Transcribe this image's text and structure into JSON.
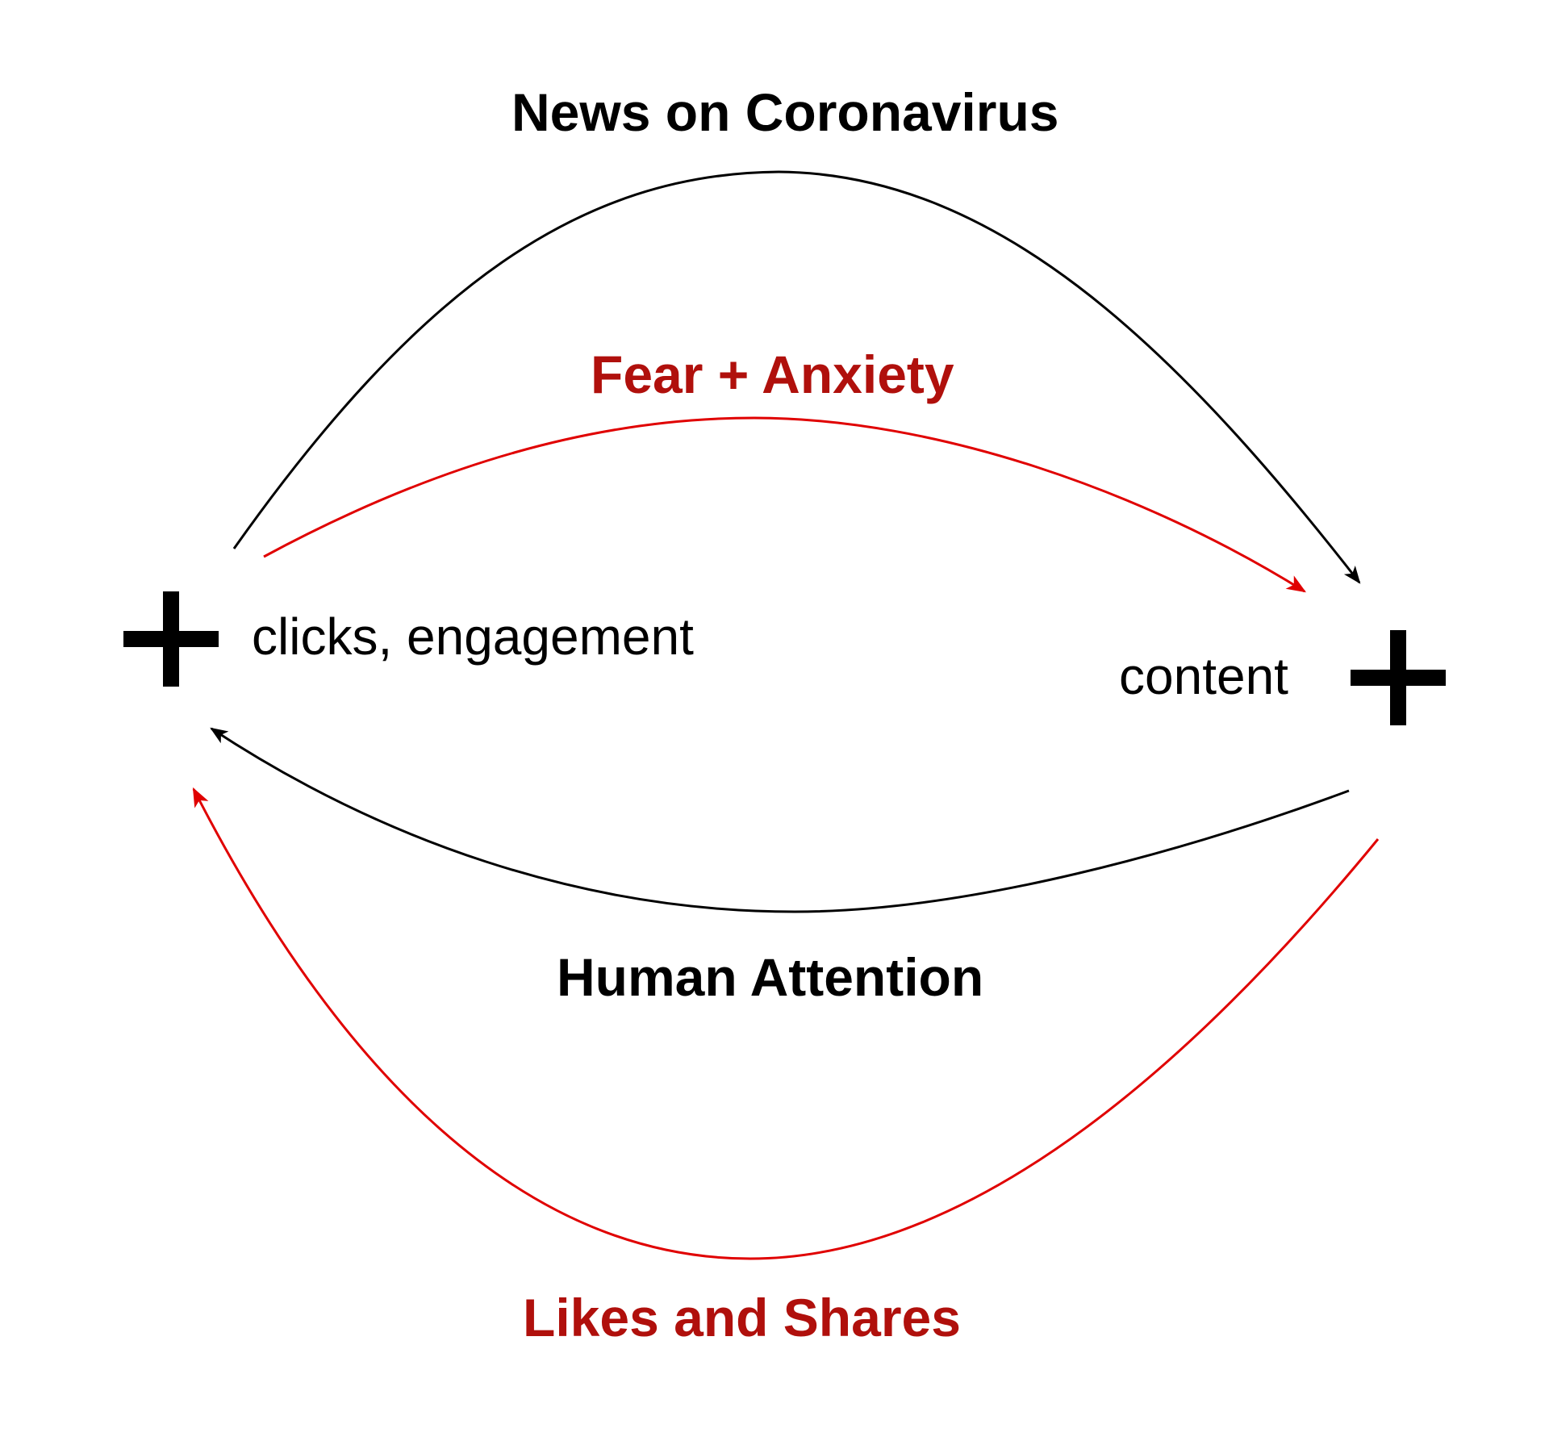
{
  "colors": {
    "black": "#000000",
    "red": "#e00000",
    "dark_red": "#b0100c"
  },
  "labels": {
    "top": "News on Coronavirus",
    "upper_middle": "Fear + Anxiety",
    "lower_middle": "Human Attention",
    "bottom": "Likes and Shares"
  },
  "nodes": {
    "left": {
      "label": "clicks, engagement",
      "polarity": "+"
    },
    "right": {
      "label": "content",
      "polarity": "+"
    }
  }
}
